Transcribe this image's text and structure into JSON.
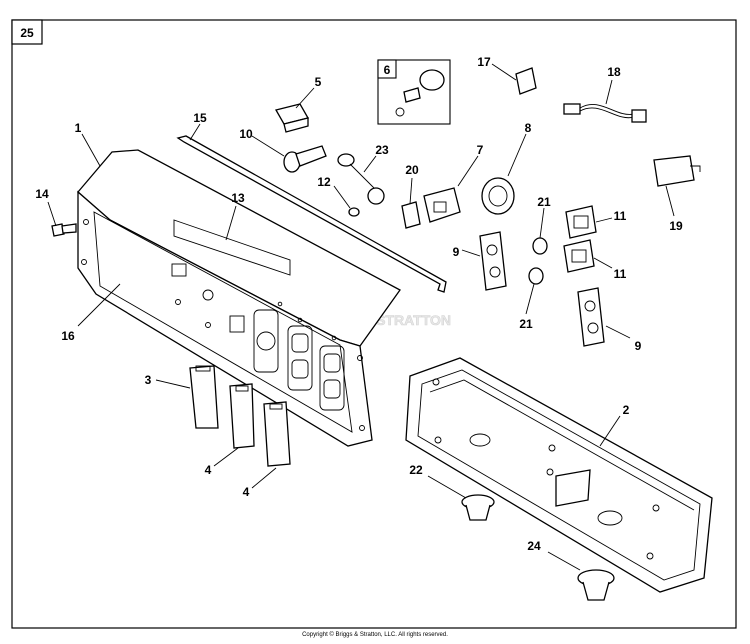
{
  "figure_number": "25",
  "inset_label": "6",
  "watermark": "BRIGGS & STRATTON",
  "copyright": "Copyright © Briggs & Stratton, LLC. All rights reserved.",
  "callouts": {
    "c1": "1",
    "c2": "2",
    "c3": "3",
    "c4a": "4",
    "c4b": "4",
    "c5": "5",
    "c7": "7",
    "c8": "8",
    "c9a": "9",
    "c9b": "9",
    "c10": "10",
    "c11a": "11",
    "c11b": "11",
    "c12": "12",
    "c13": "13",
    "c14": "14",
    "c15": "15",
    "c16": "16",
    "c17": "17",
    "c18": "18",
    "c19": "19",
    "c20": "20",
    "c21a": "21",
    "c21b": "21",
    "c22": "22",
    "c23": "23",
    "c24": "24"
  }
}
